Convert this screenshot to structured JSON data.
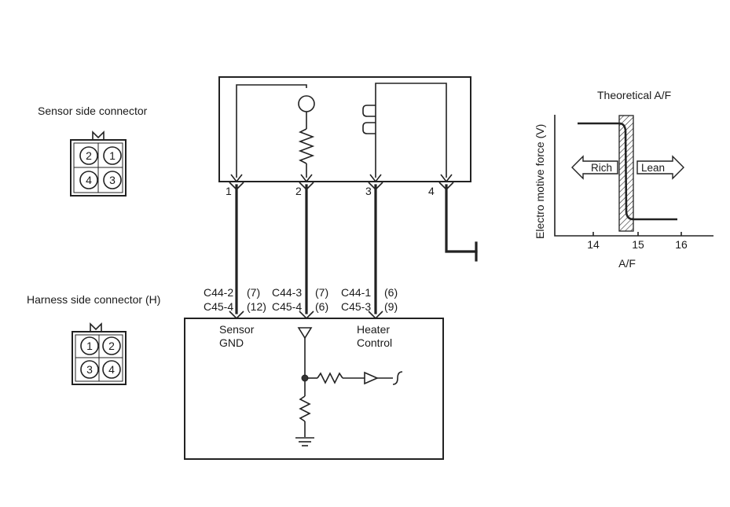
{
  "sensor_connector": {
    "title": "Sensor side connector",
    "pins": [
      "2",
      "1",
      "4",
      "3"
    ]
  },
  "harness_connector": {
    "title": "Harness side connector (H)",
    "pins": [
      "1",
      "2",
      "3",
      "4"
    ]
  },
  "terminals": [
    "1",
    "2",
    "3",
    "4"
  ],
  "wire_labels": [
    {
      "row1": "C44-2",
      "row1_pin": "(7)",
      "row2": "C45-4",
      "row2_pin": "(12)"
    },
    {
      "row1": "C44-3",
      "row1_pin": "(7)",
      "row2": "C45-4",
      "row2_pin": "(6)"
    },
    {
      "row1": "C44-1",
      "row1_pin": "(6)",
      "row2": "C45-3",
      "row2_pin": "(9)"
    }
  ],
  "ecu": {
    "sensor_gnd": [
      "Sensor",
      "GND"
    ],
    "heater_control": [
      "Heater",
      "Control"
    ]
  },
  "graph": {
    "title": "Theoretical A/F",
    "ylabel": "Electro motive force (V)",
    "xlabel": "A/F",
    "x_ticks": [
      "14",
      "15",
      "16"
    ],
    "rich_label": "Rich",
    "lean_label": "Lean"
  }
}
